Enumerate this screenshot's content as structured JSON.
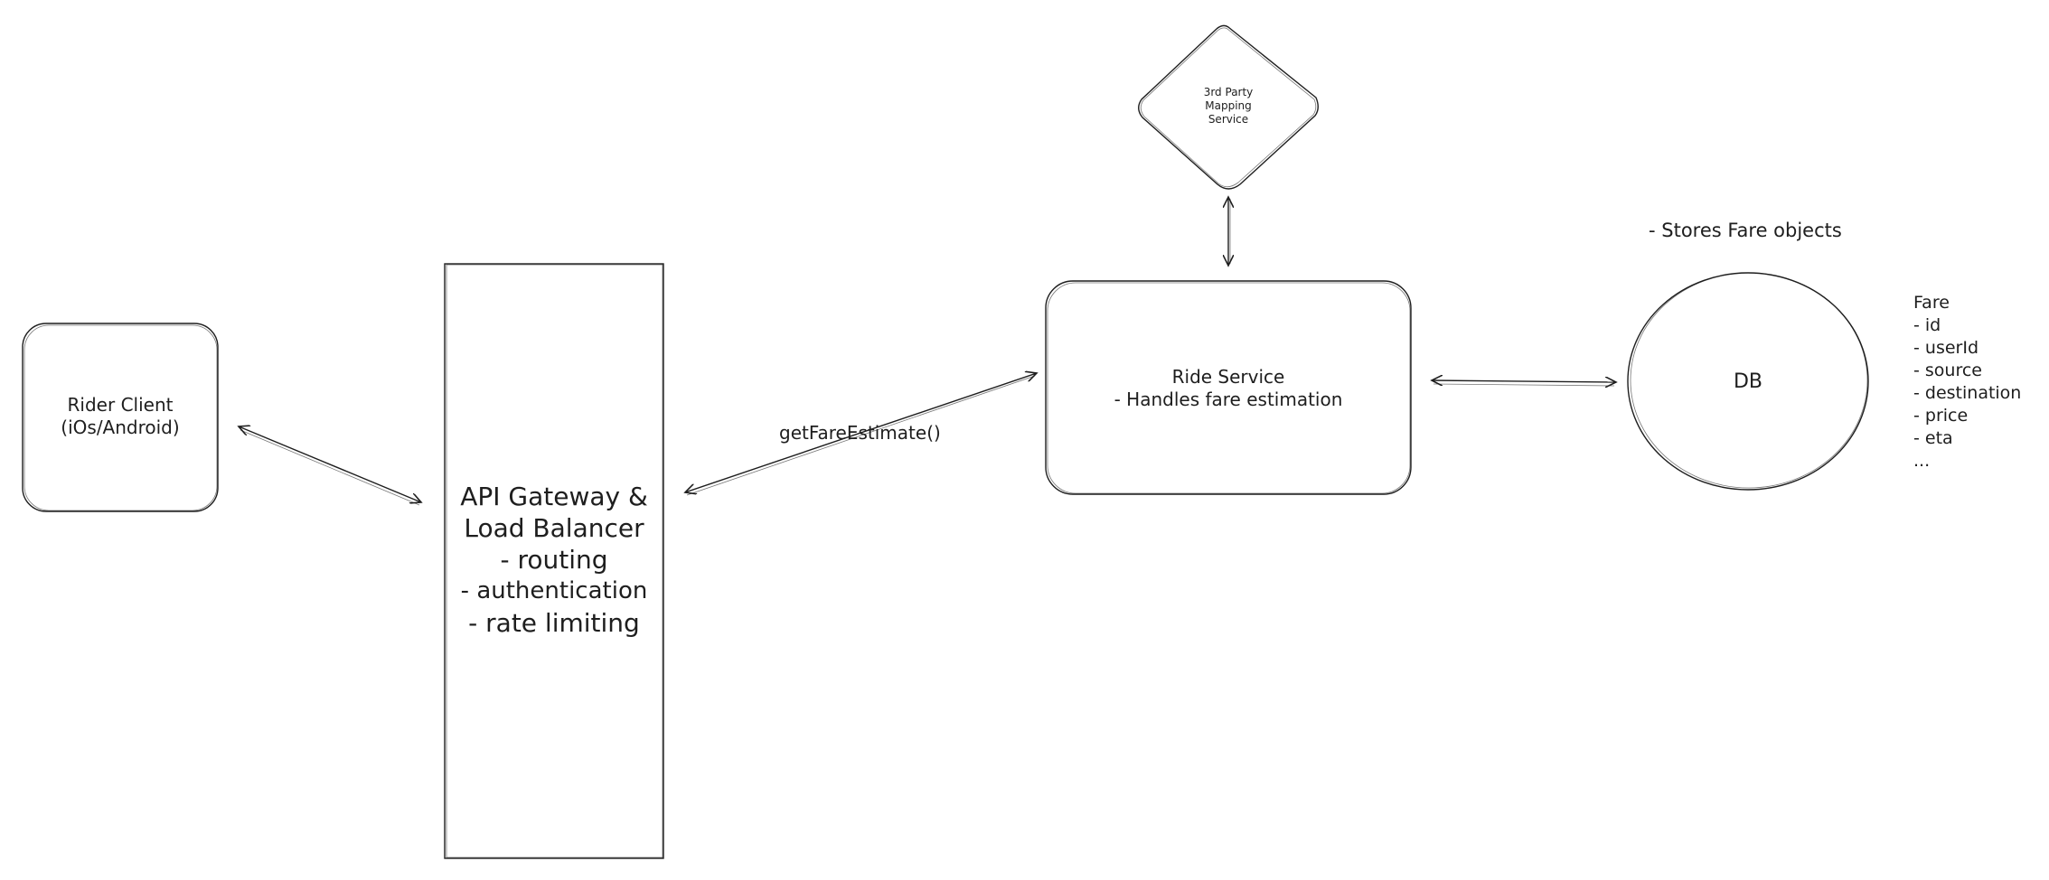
{
  "diagram": {
    "nodes": {
      "rider_client": {
        "lines": [
          "Rider Client",
          "(iOs/Android)"
        ]
      },
      "api_gateway": {
        "lines": [
          "API Gateway &",
          "Load Balancer",
          "- routing",
          "- authentication",
          "- rate limiting"
        ]
      },
      "ride_service": {
        "lines": [
          "Ride Service",
          "- Handles fare estimation"
        ]
      },
      "mapping_service": {
        "lines": [
          "3rd Party",
          "Mapping",
          "Service"
        ]
      },
      "db": {
        "label": "DB"
      }
    },
    "edges": {
      "client_gateway": {
        "label": ""
      },
      "gateway_ride": {
        "label": "getFareEstimate()"
      },
      "ride_mapping": {
        "label": ""
      },
      "ride_db": {
        "label": ""
      }
    },
    "annotations": {
      "db_note": "- Stores Fare objects",
      "fare_schema": [
        "Fare",
        "- id",
        "- userId",
        "- source",
        "- destination",
        "- price",
        "- eta",
        "..."
      ]
    }
  }
}
